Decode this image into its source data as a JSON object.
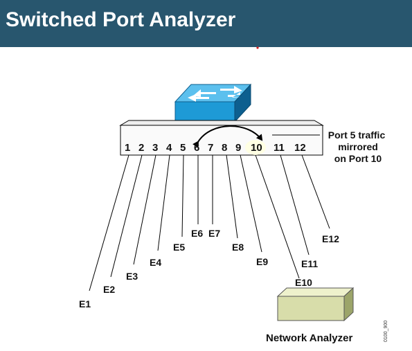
{
  "title": "Switched Port Analyzer",
  "ports": [
    "1",
    "2",
    "3",
    "4",
    "5",
    "6",
    "7",
    "8",
    "9",
    "10",
    "11",
    "12"
  ],
  "endpoints": [
    "E1",
    "E2",
    "E3",
    "E4",
    "E5",
    "E6",
    "E7",
    "E8",
    "E9",
    "E10",
    "E11",
    "E12"
  ],
  "annotation": [
    "Port 5 traffic",
    "mirrored",
    "on Port 10"
  ],
  "analyzer_label": "Network Analyzer",
  "figure_code": "0100_900",
  "colors": {
    "header": "#28566e",
    "switch_blue": "#1e9ad6",
    "switch_side": "#0d5f8f",
    "analyzer_front": "#d8ddaa",
    "analyzer_side": "#9ca56a"
  }
}
